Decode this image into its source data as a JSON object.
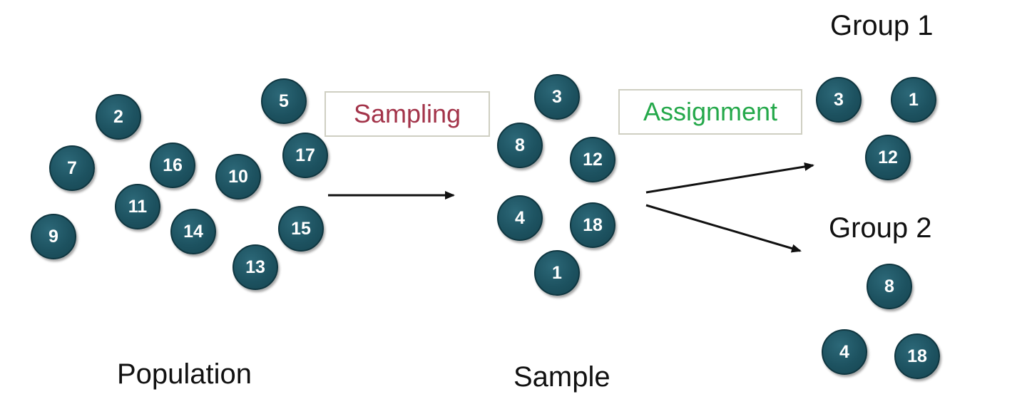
{
  "labels": {
    "sampling": "Sampling",
    "assignment": "Assignment",
    "population": "Population",
    "sample": "Sample",
    "group1": "Group 1",
    "group2": "Group 2"
  },
  "colors": {
    "sampling_text": "#a3344a",
    "assignment_text": "#24a84a",
    "dot_fill": "#1d5260",
    "arrow": "#111111"
  },
  "population": [
    "2",
    "7",
    "9",
    "16",
    "11",
    "14",
    "10",
    "13",
    "5",
    "17",
    "15"
  ],
  "sample": [
    "3",
    "8",
    "12",
    "4",
    "18",
    "1"
  ],
  "group1": [
    "3",
    "1",
    "12"
  ],
  "group2": [
    "8",
    "4",
    "18"
  ]
}
